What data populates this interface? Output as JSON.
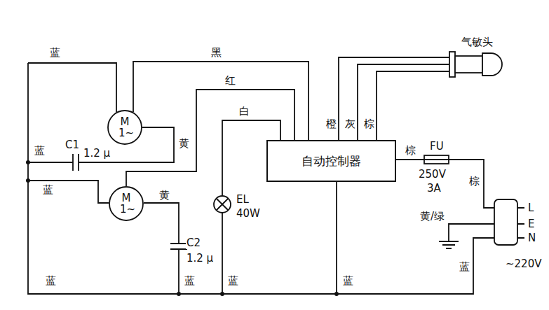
{
  "diagram": {
    "nodes": [
      {
        "text": [
          "M 1~"
        ]
      },
      {
        "text": [
          "M 1~"
        ]
      },
      {
        "text": [
          "自动控制器"
        ]
      },
      {
        "text": [
          "气敏头"
        ]
      }
    ],
    "edges": [
      {
        "from": 0,
        "to": 2,
        "arrow": "none",
        "label": "黑"
      },
      {
        "from": 1,
        "to": 2,
        "arrow": "none",
        "label": "红"
      },
      {
        "from": 2,
        "to": 3,
        "arrow": "none",
        "label": "橙"
      },
      {
        "from": 2,
        "to": 3,
        "arrow": "none",
        "label": "灰"
      },
      {
        "from": 2,
        "to": 3,
        "arrow": "none",
        "label": "棕"
      }
    ],
    "labels": [
      "蓝",
      "黄",
      "C1",
      "1.2 μ",
      "蓝",
      "蓝",
      "黄",
      "白",
      "EL",
      "40W",
      "C2",
      "1.2 μ",
      "蓝",
      "蓝",
      "蓝",
      "蓝",
      "棕",
      "FU",
      "250V",
      "3A",
      "棕",
      "黄/绿",
      "蓝",
      "L",
      "E",
      "N",
      "~220V"
    ]
  }
}
